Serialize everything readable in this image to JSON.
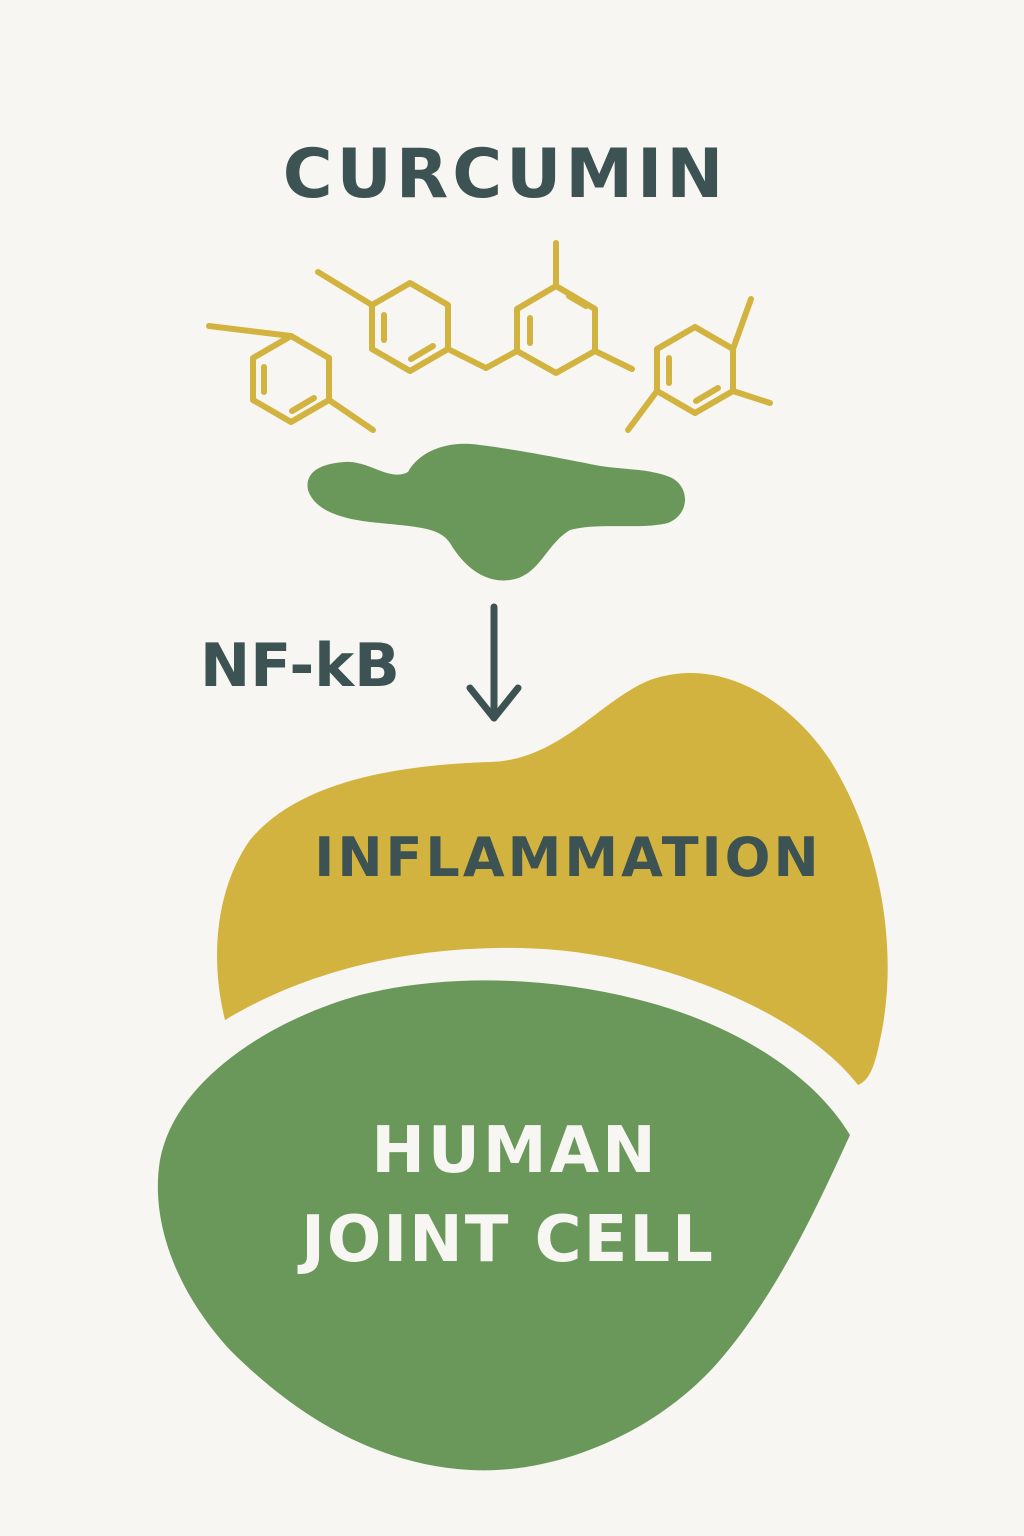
{
  "title": "CURCUMIN",
  "nfkb_label": "NF-kB",
  "inflammation_label": "INFLAMMATION",
  "cell_label_line1": "HUMAN",
  "cell_label_line2": "JOINT CELL",
  "colors": {
    "background": "#f8f6f2",
    "text_dark": "#3d5252",
    "mustard": "#d3b33f",
    "green": "#6a985a",
    "white_text": "#f8f6f2"
  }
}
